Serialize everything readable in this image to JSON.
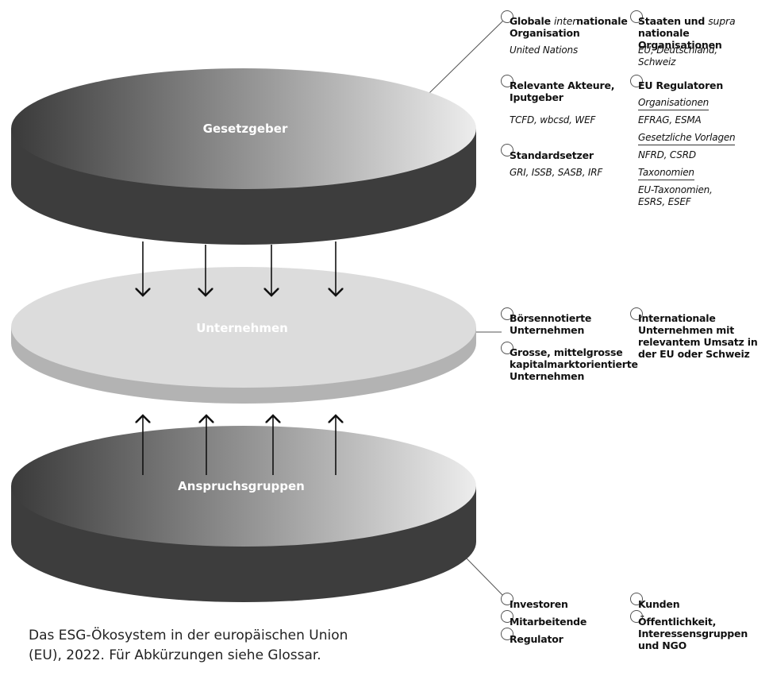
{
  "disks": {
    "top": "Gesetzgeber",
    "middle": "Unternehmen",
    "bottom": "Anspruchsgruppen"
  },
  "top_info": {
    "global_title_1": "Globale ",
    "global_title_italic": "inter",
    "global_title_2": "nationale",
    "global_title_3": "Organisation",
    "global_sub": "United Nations",
    "actors_title_1": "Relevante Akteure,",
    "actors_title_2": "Iputgeber",
    "actors_sub": "TCFD, wbcsd, WEF",
    "standards_title": "Standardsetzer",
    "standards_sub": "GRI, ISSB, SASB, IRF",
    "states_title_1": "Staaten und ",
    "states_title_italic": "supra",
    "states_title_2": "nationale Organisationen",
    "states_sub_1": "EU, Deutschland,",
    "states_sub_2": "Schweiz",
    "eu_title": "EU Regulatoren",
    "eu_org_label": "Organisationen",
    "eu_org_sub": "EFRAG, ESMA",
    "eu_legal_label": "Gesetzliche Vorlagen",
    "eu_legal_sub": "NFRD, CSRD",
    "eu_tax_label": "Taxonomien",
    "eu_tax_sub_1": "EU-Taxonomien,",
    "eu_tax_sub_2": "ESRS, ESEF"
  },
  "mid_info": {
    "listed_1": "Börsennotierte",
    "listed_2": "Unternehmen",
    "large_1": "Grosse, mittelgrosse",
    "large_2": "kapitalmarktorientierte",
    "large_3": "Unternehmen",
    "intl_1": "Internationale",
    "intl_2": "Unternehmen mit",
    "intl_3": "relevantem Umsatz in",
    "intl_4": "der EU oder Schweiz"
  },
  "bottom_info": {
    "investors": "Investoren",
    "employees": "Mitarbeitende",
    "regulator": "Regulator",
    "customers": "Kunden",
    "public_1": "Öffentlichkeit,",
    "public_2": "Interessensgruppen",
    "public_3": "und NGO"
  },
  "caption": {
    "line1": "Das ESG-Ökosystem in der europäischen Union",
    "line2": "(EU), 2022. Für Abkürzungen siehe Glossar."
  }
}
